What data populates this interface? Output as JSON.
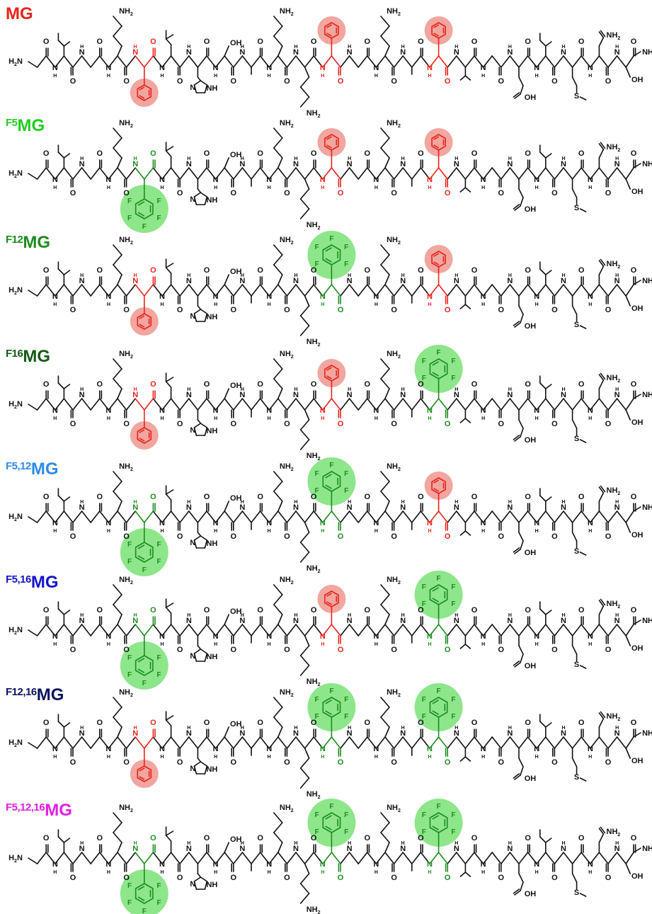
{
  "colors": {
    "bond": "#111111",
    "phe_bond": "#e8231c",
    "f5phe_bond": "#1e8c1e",
    "phe_highlight": "#f2a6a0",
    "f5phe_highlight": "#8ee68a"
  },
  "rows": [
    {
      "id": "mg",
      "prefix": "",
      "name": "MG",
      "title_color": "#e8231c",
      "mods": [
        "phe",
        "phe",
        "phe"
      ]
    },
    {
      "id": "f5mg",
      "prefix": "F5",
      "name": "MG",
      "title_color": "#22cc22",
      "mods": [
        "f5",
        "phe",
        "phe"
      ]
    },
    {
      "id": "f12mg",
      "prefix": "F12",
      "name": "MG",
      "title_color": "#1e8c1e",
      "mods": [
        "phe",
        "f5",
        "phe"
      ]
    },
    {
      "id": "f16mg",
      "prefix": "F16",
      "name": "MG",
      "title_color": "#145c14",
      "mods": [
        "phe",
        "phe",
        "f5"
      ]
    },
    {
      "id": "f512mg",
      "prefix": "F5,12",
      "name": "MG",
      "title_color": "#2e8be8",
      "mods": [
        "f5",
        "f5",
        "phe"
      ]
    },
    {
      "id": "f516mg",
      "prefix": "F5,16",
      "name": "MG",
      "title_color": "#1414cc",
      "mods": [
        "f5",
        "phe",
        "f5"
      ]
    },
    {
      "id": "f1216mg",
      "prefix": "F12,16",
      "name": "MG",
      "title_color": "#0c1460",
      "mods": [
        "phe",
        "f5",
        "f5"
      ]
    },
    {
      "id": "f51216mg",
      "prefix": "F5,12,16",
      "name": "MG",
      "title_color": "#e020e0",
      "mods": [
        "f5",
        "f5",
        "f5"
      ]
    }
  ],
  "labels": {
    "h2n": "H2N",
    "n": "N",
    "h": "H",
    "o": "O",
    "nh2": "NH2",
    "oh": "OH",
    "nh": "NH",
    "s": "S",
    "f": "F"
  }
}
